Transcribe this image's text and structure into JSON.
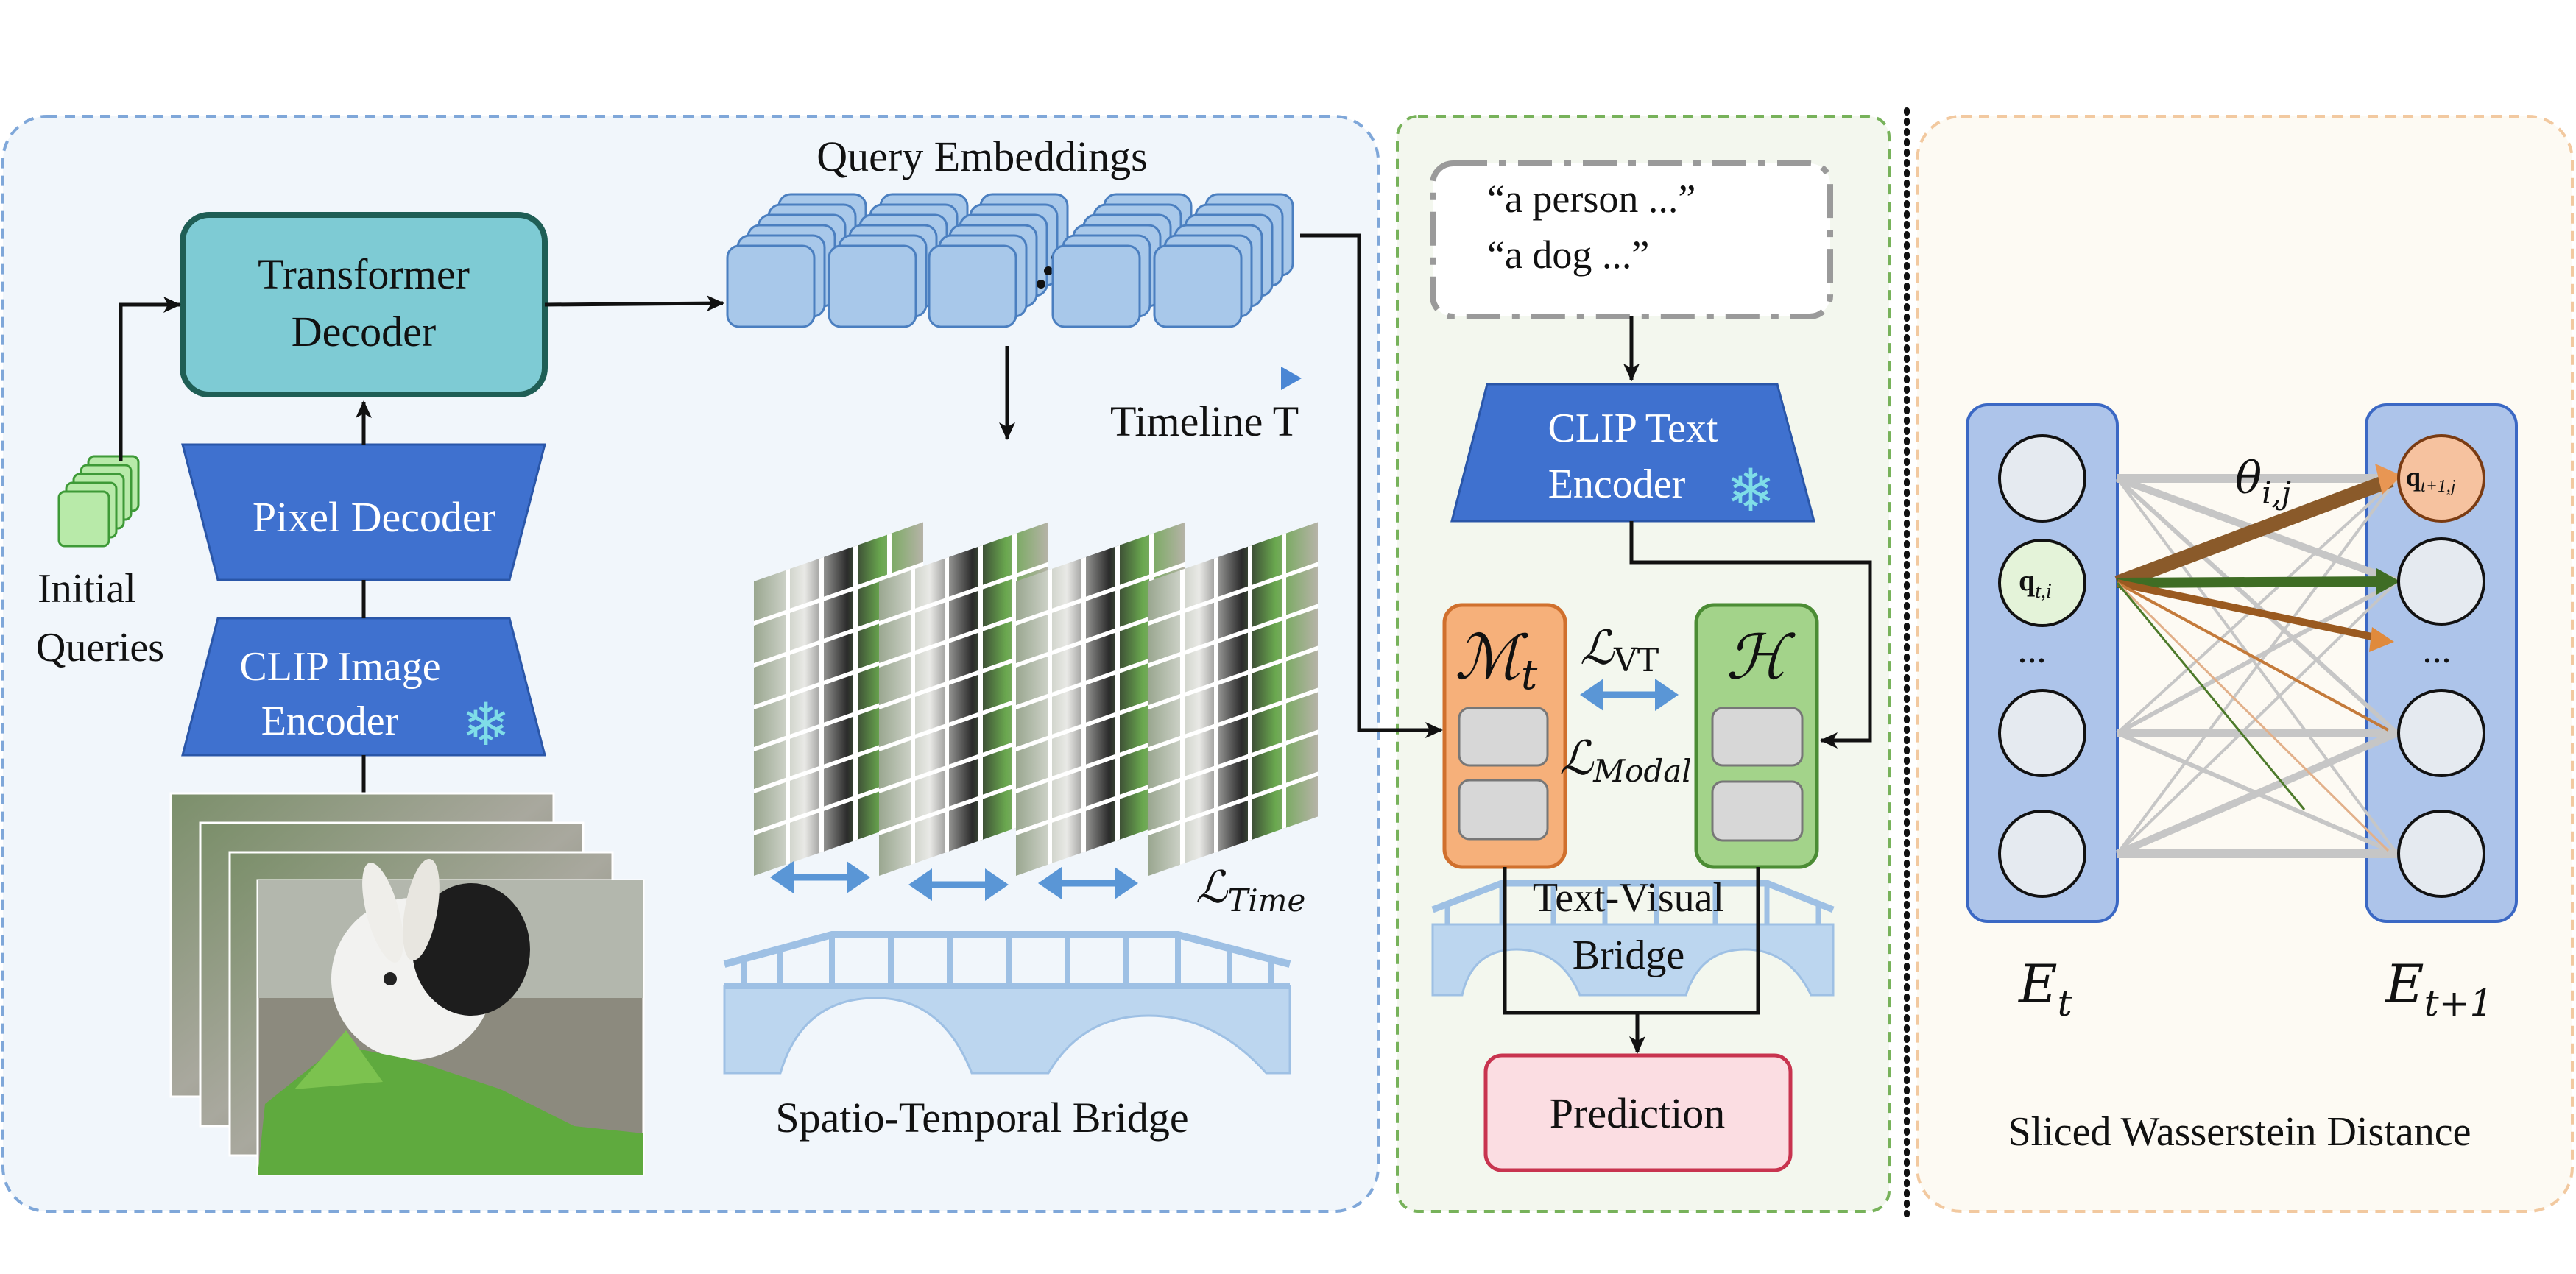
{
  "colors": {
    "panel_left_fill": "#f1f6fb",
    "panel_left_border": "#7fa7d9",
    "panel_mid_fill": "#f3f7ee",
    "panel_mid_border": "#77b25a",
    "panel_right_fill": "#fdfaf3",
    "panel_right_border": "#f2c9a0",
    "transformer_fill": "#7ecbd4",
    "transformer_border": "#1f5e55",
    "encoder_fill": "#3f71cf",
    "query_cube_fill": "#a8c8ea",
    "query_cube_border": "#4b7fc0",
    "initial_query_fill": "#b8eaa9",
    "mt_fill": "#f6b07a",
    "h_fill": "#a3d38a",
    "prediction_fill": "#fbdde2",
    "prediction_border": "#c8344f",
    "timeline_start": "#62d3a0",
    "timeline_end": "#4a86d4",
    "bridge_fill": "#bcd6ef",
    "double_arrow": "#5a96d6",
    "snowflake": "#7fdde8",
    "node_fill": "#e5eaf0",
    "q_ti_fill": "#e4f3d9",
    "q_t1j_fill": "#f6c29f",
    "embedding_panel_fill": "#adc4ea"
  },
  "left": {
    "title_query_embeddings": "Query Embeddings",
    "transformer_line1": "Transformer",
    "transformer_line2": "Decoder",
    "pixel_decoder": "Pixel Decoder",
    "clip_image_line1": "CLIP Image",
    "clip_image_line2": "Encoder",
    "initial_queries_line1": "Initial",
    "initial_queries_line2": "Queries",
    "timeline_label": "Timeline T",
    "loss_time_script": "ℒ",
    "loss_time_sub": "Time",
    "spatio_temporal_bridge": "Spatio-Temporal Bridge",
    "snowflake_icon": "❄"
  },
  "middle": {
    "text_prompt_1": "“a person ...”",
    "text_prompt_2": "“a dog ...”",
    "clip_text_line1": "CLIP Text",
    "clip_text_line2": "Encoder",
    "mt_script": "ℳ",
    "mt_sub": "t",
    "h_script": "ℋ",
    "loss_vt_script": "ℒ",
    "loss_vt_sub": "VT",
    "loss_modal_script": "ℒ",
    "loss_modal_sub": "Modal",
    "text_visual_line1": "Text-Visual",
    "text_visual_line2": "Bridge",
    "prediction": "Prediction",
    "snowflake_icon": "❄"
  },
  "right": {
    "theta_main": "θ",
    "theta_sub": "i,j",
    "q_ti_main": "q",
    "q_ti_sub": "t,i",
    "q_t1j_main": "q",
    "q_t1j_sub": "t+1,j",
    "ellipsis_left": "...",
    "ellipsis_right": "...",
    "e_t_main": "E",
    "e_t_sub": "t",
    "e_t1_main": "E",
    "e_t1_sub": "t+1",
    "sliced_wasserstein": "Sliced Wasserstein Distance"
  }
}
